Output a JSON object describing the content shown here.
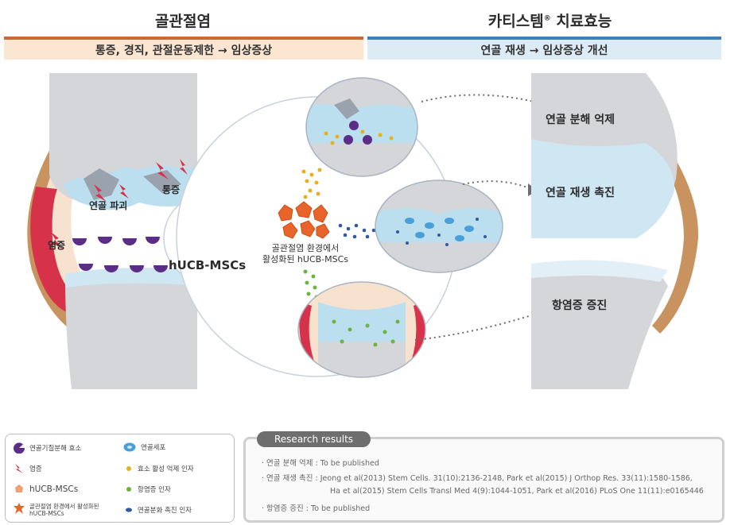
{
  "left": {
    "title": "골관절염",
    "band": "통증, 경직, 관절운동제한 → 임상증상",
    "labels": {
      "destroy": "연골 파괴",
      "pain": "통증",
      "inflammation": "염증"
    },
    "cells": "hUCB-MSCs"
  },
  "right": {
    "title": "카티스템",
    "title_mark": "®",
    "title_suffix": " 치료효능",
    "band": "연골 재생 → 임상증상 개선",
    "outcomes": [
      "연골 분해 억제",
      "연골 재생 촉진",
      "항염증 증진"
    ]
  },
  "center": {
    "activated_line1": "골관절염 환경에서",
    "activated_line2": "활성화된 hUCB-MSCs"
  },
  "legend": [
    {
      "icon": "enzyme",
      "text": "연골기질분해 효소"
    },
    {
      "icon": "chondrocyte",
      "text": "연골세포"
    },
    {
      "icon": "inflammation",
      "text": "염증"
    },
    {
      "icon": "yellow-dot",
      "text": "효소 활성 억제 인자"
    },
    {
      "icon": "msc",
      "text": "hUCB-MSCs"
    },
    {
      "icon": "green-dot",
      "text": "항염증 인자"
    },
    {
      "icon": "activated-msc",
      "text": "골관절염 환경에서 활성화된 hUCB-MSCs"
    },
    {
      "icon": "blue-dot",
      "text": "연골분화 촉진 인자"
    }
  ],
  "research": {
    "title": "Research results",
    "lines": [
      "· 연골 분해 억제 : To be published",
      "· 연골 재생 촉진 : Jeong et al(2013) Stem Cells. 31(10):2136-2148, Park et al(2015) J Orthop Res. 33(11):1580-1586,",
      "Ha et al(2015) Stem Cells Transl Med 4(9):1044-1051, Park et al(2016) PLoS One 11(11):e0165446",
      "· 항염증 증진 : To be published"
    ]
  },
  "colors": {
    "left_band_bg": "#fbe6d2",
    "left_band_line": "#c8693a",
    "right_band_bg": "#dcebf4",
    "right_band_line": "#3f7fb8",
    "bone": "#d4d6da",
    "cartilage": "#bcdff0",
    "capsule": "#c9935f",
    "enzyme": "#5b2d86",
    "inflammation": "#d6324a",
    "msc": "#f0a070",
    "activated_msc": "#e8642a",
    "yellow_factor": "#e8b020",
    "green_factor": "#6db33f",
    "blue_factor": "#2f5a9e"
  }
}
